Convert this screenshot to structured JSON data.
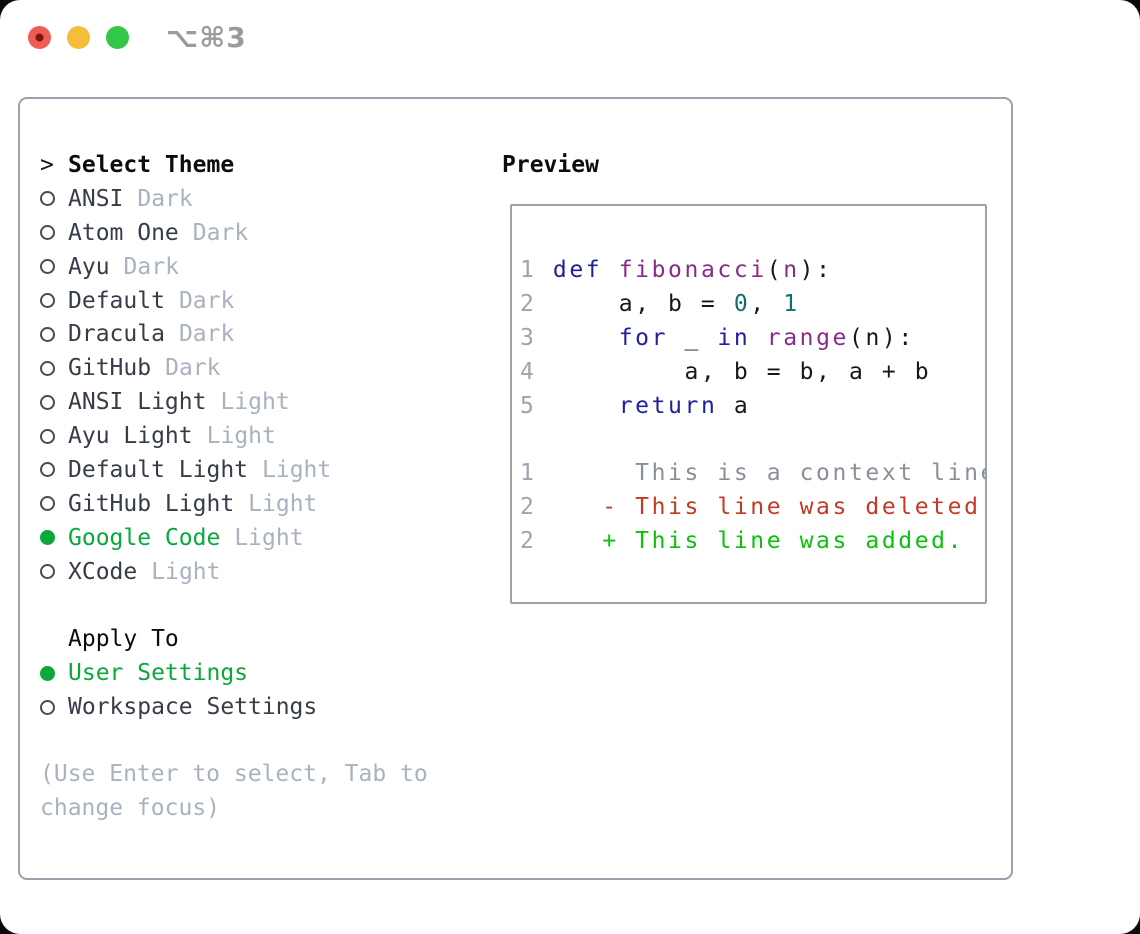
{
  "window": {
    "shortcut_label": "⌥⌘3",
    "traffic_lights": [
      "close",
      "minimize",
      "zoom"
    ]
  },
  "colors": {
    "accent_green": "#0aa83c",
    "keyword_blue": "#20209d",
    "function_purple": "#8a2b8a",
    "literal_teal": "#0f6f6f",
    "deleted_red": "#c23b26",
    "added_green": "#0bc20b",
    "context_gray": "#8a909a",
    "muted_gray": "#a9b2bf",
    "border_gray": "#9aa2ae",
    "traffic_red": "#ee5c53",
    "traffic_yellow": "#f6bd3b",
    "traffic_green": "#33c748"
  },
  "theme_picker": {
    "title_prefix": ">",
    "title": "Select Theme",
    "themes": [
      {
        "name": "ANSI",
        "variant": "Dark",
        "selected": false
      },
      {
        "name": "Atom One",
        "variant": "Dark",
        "selected": false
      },
      {
        "name": "Ayu",
        "variant": "Dark",
        "selected": false
      },
      {
        "name": "Default",
        "variant": "Dark",
        "selected": false
      },
      {
        "name": "Dracula",
        "variant": "Dark",
        "selected": false
      },
      {
        "name": "GitHub",
        "variant": "Dark",
        "selected": false
      },
      {
        "name": "ANSI Light",
        "variant": "Light",
        "selected": false
      },
      {
        "name": "Ayu Light",
        "variant": "Light",
        "selected": false
      },
      {
        "name": "Default Light",
        "variant": "Light",
        "selected": false
      },
      {
        "name": "GitHub Light",
        "variant": "Light",
        "selected": false
      },
      {
        "name": "Google Code",
        "variant": "Light",
        "selected": true
      },
      {
        "name": "XCode",
        "variant": "Light",
        "selected": false
      }
    ],
    "apply_to": {
      "title": "Apply To",
      "options": [
        {
          "label": "User Settings",
          "selected": true
        },
        {
          "label": "Workspace Settings",
          "selected": false
        }
      ]
    },
    "hint": "(Use Enter to select, Tab to change focus)"
  },
  "preview": {
    "title": "Preview",
    "code_lines": [
      {
        "num": "1",
        "tokens": [
          {
            "t": " ",
            "c": "pl"
          },
          {
            "t": "def",
            "c": "kw"
          },
          {
            "t": " ",
            "c": "pl"
          },
          {
            "t": "fibonacci",
            "c": "fn"
          },
          {
            "t": "(",
            "c": "pl"
          },
          {
            "t": "n",
            "c": "fn"
          },
          {
            "t": "):",
            "c": "pl"
          }
        ]
      },
      {
        "num": "2",
        "tokens": [
          {
            "t": "     a, b = ",
            "c": "pl"
          },
          {
            "t": "0",
            "c": "num"
          },
          {
            "t": ", ",
            "c": "pl"
          },
          {
            "t": "1",
            "c": "num"
          }
        ]
      },
      {
        "num": "3",
        "tokens": [
          {
            "t": "     ",
            "c": "pl"
          },
          {
            "t": "for",
            "c": "kw"
          },
          {
            "t": " _ ",
            "c": "pl"
          },
          {
            "t": "in",
            "c": "kw"
          },
          {
            "t": " ",
            "c": "pl"
          },
          {
            "t": "range",
            "c": "fn"
          },
          {
            "t": "(n):",
            "c": "pl"
          }
        ]
      },
      {
        "num": "4",
        "tokens": [
          {
            "t": "         a, b = b, a + b",
            "c": "pl"
          }
        ]
      },
      {
        "num": "5",
        "tokens": [
          {
            "t": "     ",
            "c": "pl"
          },
          {
            "t": "return",
            "c": "kw"
          },
          {
            "t": " a",
            "c": "pl"
          }
        ]
      }
    ],
    "diff_lines": [
      {
        "num": "1",
        "type": "ctx",
        "text": "      This is a context line."
      },
      {
        "num": "2",
        "type": "del",
        "text": "    - This line was deleted."
      },
      {
        "num": "2",
        "type": "add",
        "text": "    + This line was added."
      }
    ]
  }
}
